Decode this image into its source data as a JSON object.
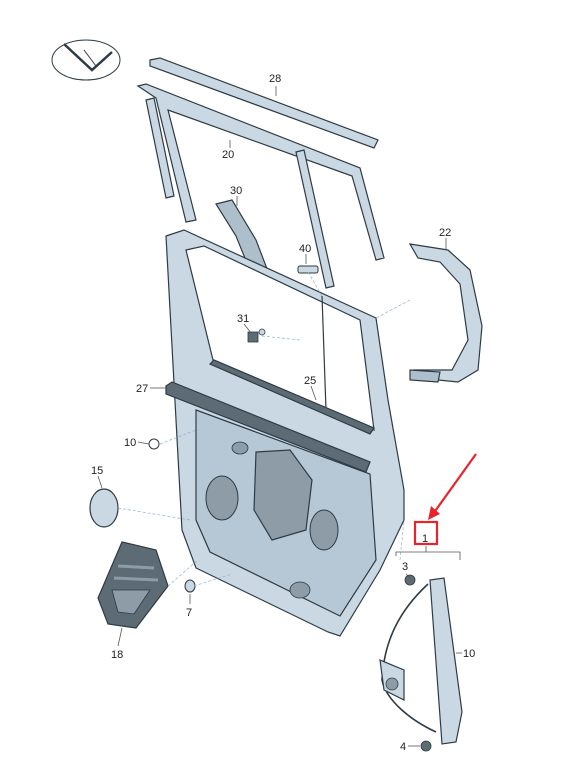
{
  "diagram": {
    "colors": {
      "part_fill": "#c9d8e3",
      "part_dark": "#5d6b75",
      "outline": "#2e3b45",
      "highlight_box": "#e8242a",
      "arrow": "#e8242a",
      "dashed": "#8fb0c8"
    },
    "icons": [
      "view-direction-icon"
    ],
    "callouts": [
      {
        "id": "c28",
        "label": "28"
      },
      {
        "id": "c20",
        "label": "20"
      },
      {
        "id": "c30",
        "label": "30"
      },
      {
        "id": "c40",
        "label": "40"
      },
      {
        "id": "c22",
        "label": "22"
      },
      {
        "id": "c31",
        "label": "31"
      },
      {
        "id": "c27",
        "label": "27"
      },
      {
        "id": "c25",
        "label": "25"
      },
      {
        "id": "c10a",
        "label": "10"
      },
      {
        "id": "c15",
        "label": "15"
      },
      {
        "id": "c1",
        "label": "1"
      },
      {
        "id": "c3",
        "label": "3"
      },
      {
        "id": "c7",
        "label": "7"
      },
      {
        "id": "c18",
        "label": "18"
      },
      {
        "id": "c10b",
        "label": "10"
      },
      {
        "id": "c4",
        "label": "4"
      }
    ]
  }
}
